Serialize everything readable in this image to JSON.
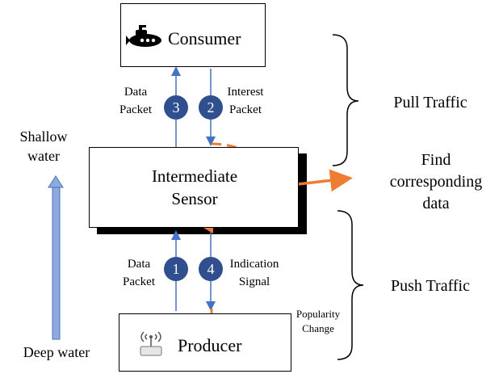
{
  "nodes": {
    "consumer": "Consumer",
    "intermediate_line1": "Intermediate",
    "intermediate_line2": "Sensor",
    "producer": "Producer"
  },
  "arrows": {
    "top_left_line1": "Data",
    "top_left_line2": "Packet",
    "top_right_line1": "Interest",
    "top_right_line2": "Packet",
    "bottom_left_line1": "Data",
    "bottom_left_line2": "Packet",
    "bottom_right_line1": "Indication",
    "bottom_right_line2": "Signal"
  },
  "steps": [
    "3",
    "2",
    "1",
    "4"
  ],
  "side": {
    "shallow_line1": "Shallow",
    "shallow_line2": "water",
    "deep": "Deep water"
  },
  "groups": {
    "pull": "Pull Traffic",
    "push": "Push Traffic"
  },
  "find": {
    "line1": "Find",
    "line2": "corresponding",
    "line3": "data"
  },
  "popularity": {
    "line1": "Popularity",
    "line2": "Change"
  },
  "colors": {
    "arrow_blue": "#4472c4",
    "step_fill": "#2f4f8f",
    "accent_orange": "#ed7d31",
    "depth_arrow": "#8eaadb"
  }
}
